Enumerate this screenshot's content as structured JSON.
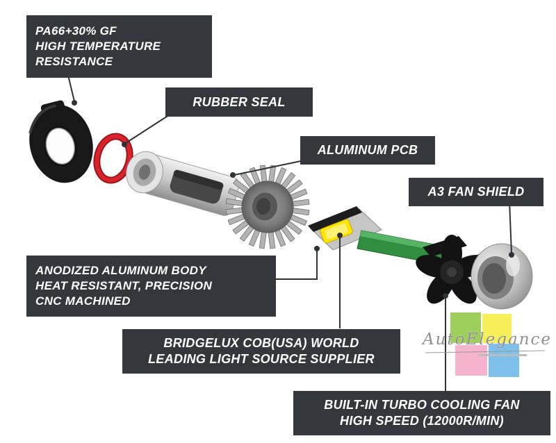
{
  "labels": {
    "pa66": {
      "lines": [
        "PA66+30% GF",
        "HIGH TEMPERATURE",
        "RESISTANCE"
      ]
    },
    "rubber_seal": {
      "text": "RUBBER SEAL"
    },
    "aluminum_pcb": {
      "text": "ALUMINUM PCB"
    },
    "fan_shield": {
      "text": "A3 FAN SHIELD"
    },
    "aluminum_body": {
      "lines": [
        "ANODIZED ALUMINUM BODY",
        "HEAT RESISTANT, PRECISION",
        "CNC MACHINED"
      ]
    },
    "light_source": {
      "lines": [
        "BRIDGELUX COB(USA) WORLD",
        "LEADING LIGHT SOURCE SUPPLIER"
      ]
    },
    "cooling_fan": {
      "lines": [
        "BUILT-IN TURBO COOLING FAN",
        "HIGH SPEED (12000R/MIN)"
      ]
    }
  },
  "watermark": {
    "brand": "AutoElegance"
  },
  "parts": [
    {
      "name": "plastic-adapter",
      "color": "#181818"
    },
    {
      "name": "rubber-seal-o-ring",
      "color": "#d8232b"
    },
    {
      "name": "bulb-body",
      "color": "#c8c8c8"
    },
    {
      "name": "heatsink-fins",
      "color": "#8a8a8a"
    },
    {
      "name": "led-chip",
      "color": "#ffe600"
    },
    {
      "name": "driver-pcb",
      "color": "#2f8f3f"
    },
    {
      "name": "cooling-fan",
      "color": "#141414"
    },
    {
      "name": "fan-shield",
      "color": "#bdbdbd"
    }
  ],
  "colors": {
    "label_bg": "#34383d",
    "label_text": "#ffffff",
    "connector": "#2e3237",
    "seal_red": "#d8232b",
    "pcb_green": "#2f8f3f",
    "led_yellow": "#ffe600",
    "wm_green": "#8dc63f",
    "wm_yellow": "#f5ec3d",
    "wm_pink": "#f3a6c5",
    "wm_blue": "#66b5e8",
    "wm_text": "#8f8f8f"
  }
}
